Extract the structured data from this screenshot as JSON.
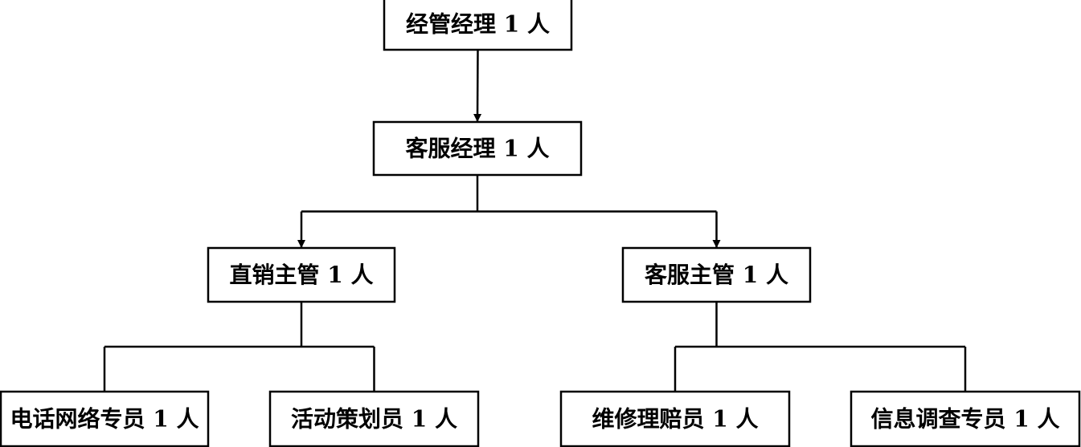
{
  "org_chart": {
    "nodes": [
      {
        "id": "jinguan-manager",
        "label": "经管经理 1 人"
      },
      {
        "id": "service-manager",
        "label": "客服经理 1 人"
      },
      {
        "id": "direct-sales-supervisor",
        "label": "直销主管 1 人"
      },
      {
        "id": "service-supervisor",
        "label": "客服主管 1 人"
      },
      {
        "id": "phone-network-specialist",
        "label": "电话网络专员 1 人"
      },
      {
        "id": "event-planner",
        "label": "活动策划员 1 人"
      },
      {
        "id": "repair-claims-officer",
        "label": "维修理赔员 1 人"
      },
      {
        "id": "info-survey-specialist",
        "label": "信息调查专员 1 人"
      }
    ],
    "edges": [
      {
        "from": "jinguan-manager",
        "to": "service-manager",
        "arrow": true
      },
      {
        "from": "service-manager",
        "to": "direct-sales-supervisor",
        "arrow": true
      },
      {
        "from": "service-manager",
        "to": "service-supervisor",
        "arrow": true
      },
      {
        "from": "direct-sales-supervisor",
        "to": "phone-network-specialist",
        "arrow": false
      },
      {
        "from": "direct-sales-supervisor",
        "to": "event-planner",
        "arrow": false
      },
      {
        "from": "service-supervisor",
        "to": "repair-claims-officer",
        "arrow": false
      },
      {
        "from": "service-supervisor",
        "to": "info-survey-specialist",
        "arrow": false
      }
    ],
    "colors": {
      "stroke": "#000000",
      "fill": "#ffffff",
      "text": "#000000"
    }
  }
}
